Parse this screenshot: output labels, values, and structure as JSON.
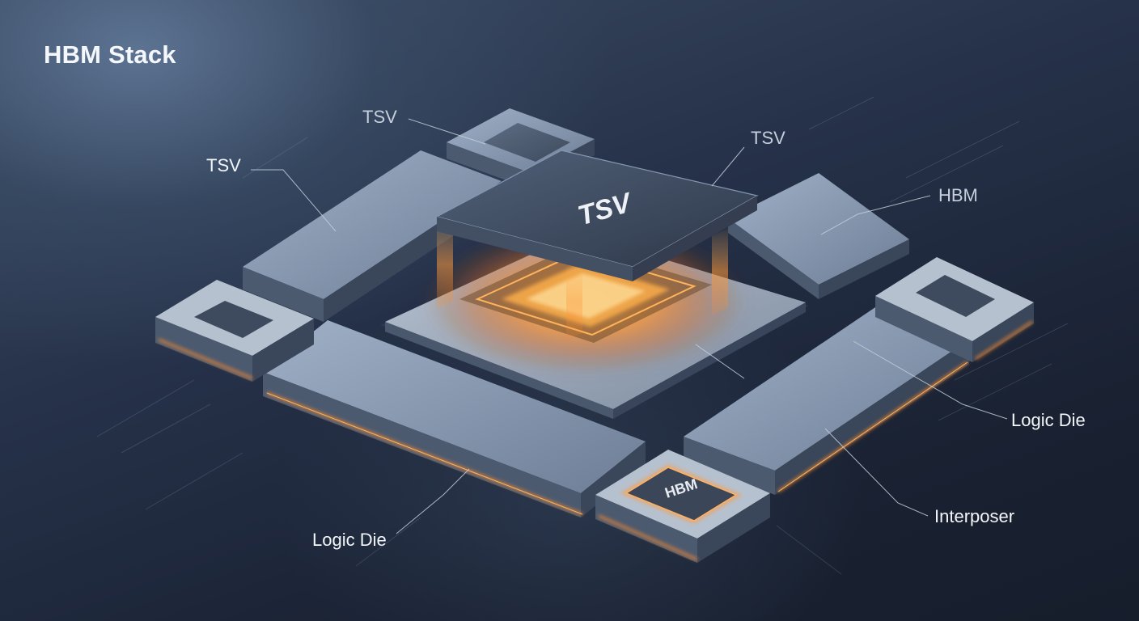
{
  "diagram": {
    "title": "HBM Stack",
    "die_marking": "TSV",
    "chip_marking": "HBM",
    "callouts": {
      "tsv_top": "TSV",
      "tsv_left": "TSV",
      "tsv_right": "TSV",
      "hbm": "HBM",
      "logic_die_right": "Logic Die",
      "interposer": "Interposer",
      "logic_die_bottom": "Logic Die"
    }
  },
  "colors": {
    "background": "#1b2433",
    "module": "#7d8ea6",
    "glow": "#ff9a3c",
    "label": "#f3f6fa"
  }
}
